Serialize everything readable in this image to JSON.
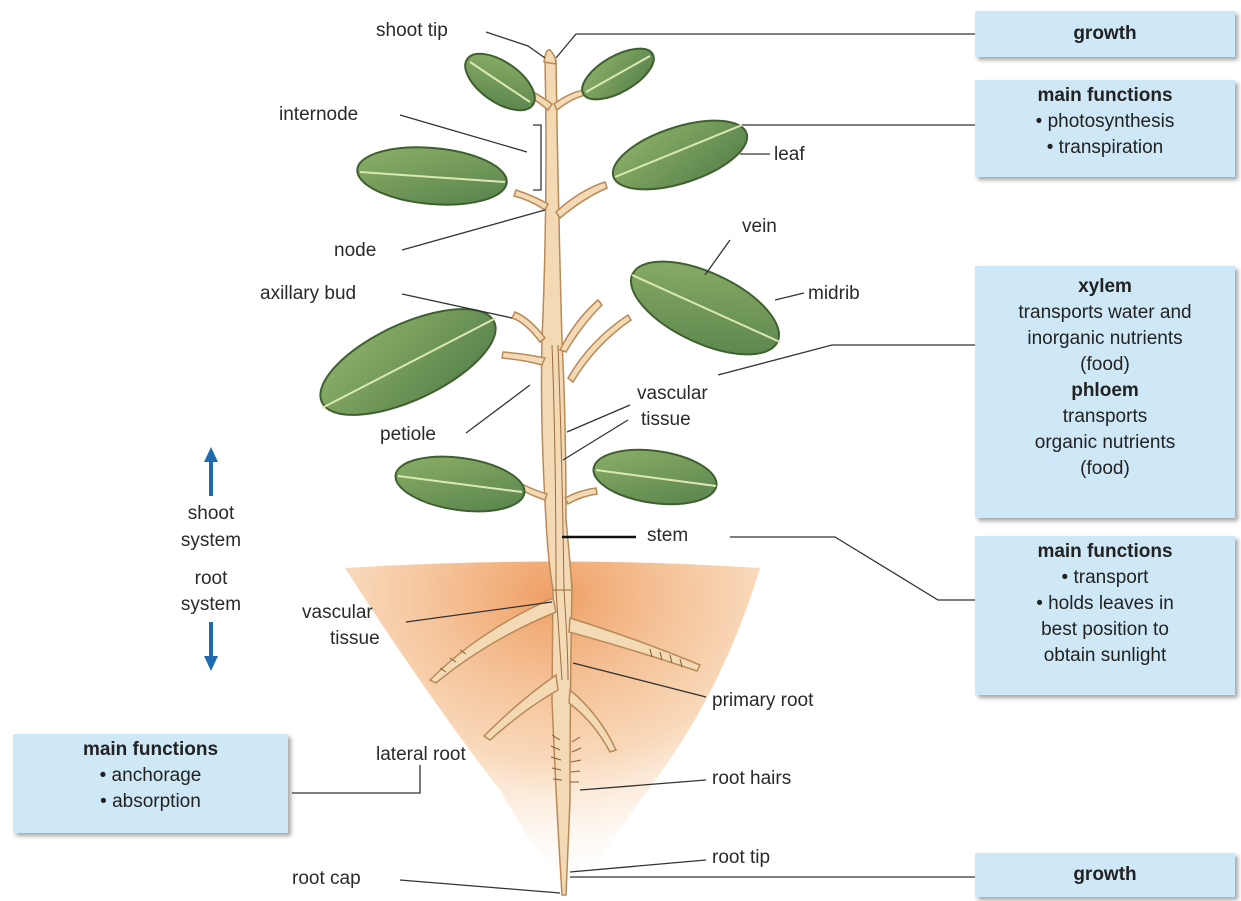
{
  "colors": {
    "box_fill": "#cfe8f7",
    "leaf_fill": "#6f9a55",
    "leaf_light": "#cfe0a8",
    "stem_fill": "#f3d9b4",
    "stem_edge": "#b98a58",
    "soil": "#f2b27a",
    "arrow": "#1f6bb0"
  },
  "labels": {
    "shoot_tip": "shoot tip",
    "internode": "internode",
    "leaf": "leaf",
    "node": "node",
    "vein": "vein",
    "axillary_bud": "axillary bud",
    "midrib": "midrib",
    "vascular_tissue_upper_1": "vascular",
    "vascular_tissue_upper_2": "tissue",
    "petiole": "petiole",
    "stem": "stem",
    "shoot_system_1": "shoot",
    "shoot_system_2": "system",
    "root_system_1": "root",
    "root_system_2": "system",
    "vascular_tissue_lower_1": "vascular",
    "vascular_tissue_lower_2": "tissue",
    "primary_root": "primary root",
    "lateral_root": "lateral root",
    "root_hairs": "root hairs",
    "root_tip": "root tip",
    "root_cap": "root cap"
  },
  "boxes": {
    "growth_top": {
      "heading": "growth"
    },
    "leaf_functions": {
      "heading": "main functions",
      "items": [
        "• photosynthesis",
        "• transpiration"
      ]
    },
    "vascular": {
      "xylem_heading": "xylem",
      "xylem_lines": [
        "transports water and",
        "inorganic nutrients",
        "(food)"
      ],
      "phloem_heading": "phloem",
      "phloem_lines": [
        "transports",
        "organic nutrients",
        "(food)"
      ]
    },
    "stem_functions": {
      "heading": "main functions",
      "items": [
        "• transport",
        "• holds leaves in",
        "best position to",
        "obtain sunlight"
      ]
    },
    "root_functions": {
      "heading": "main functions",
      "items": [
        "• anchorage",
        "• absorption"
      ]
    },
    "growth_bottom": {
      "heading": "growth"
    }
  }
}
